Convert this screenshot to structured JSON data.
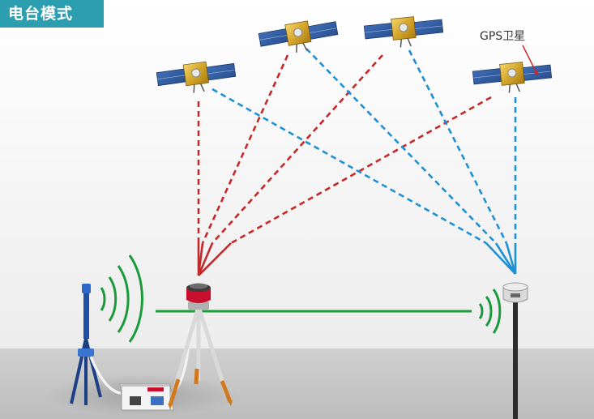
{
  "title": "电台模式",
  "satellite_label": "GPS卫星",
  "colors": {
    "title_bg": "#2b9fb0",
    "base_signal": "#c62828",
    "rover_signal": "#1e90d6",
    "radio_link": "#1a9a3a",
    "ground": "#c8c8c8",
    "receiver_base": "#c8102e",
    "tripod": "#d07a20"
  },
  "elements": {
    "satellites": [
      "satellite",
      "satellite",
      "satellite",
      "satellite"
    ],
    "base_station": "base-receiver",
    "rover": "rover-receiver",
    "radio": "radio-unit",
    "antenna": "radio-antenna"
  }
}
